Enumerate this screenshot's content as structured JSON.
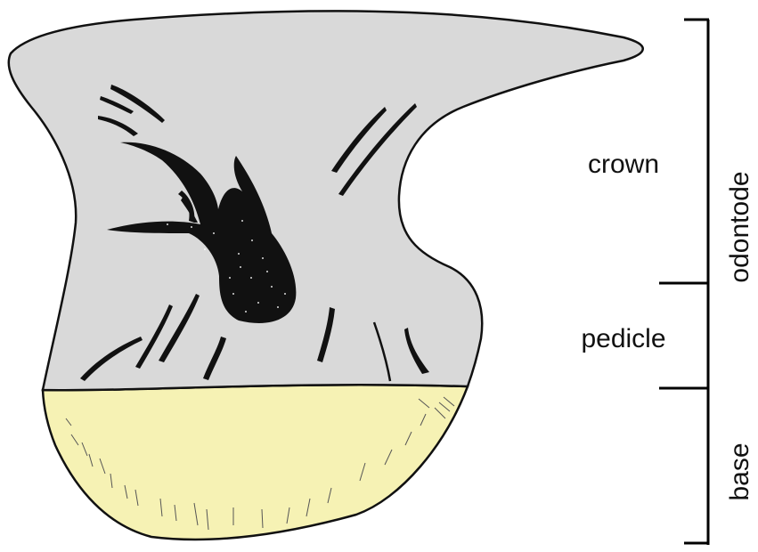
{
  "labels": {
    "crown": "crown",
    "pedicle": "pedicle",
    "odontode": "odontode",
    "base": "base"
  },
  "colors": {
    "odontode_fill": "#d9d9d9",
    "base_fill": "#f6f2b4",
    "outline": "#111111",
    "canal_fill": "#111111",
    "bracket": "#000000"
  }
}
